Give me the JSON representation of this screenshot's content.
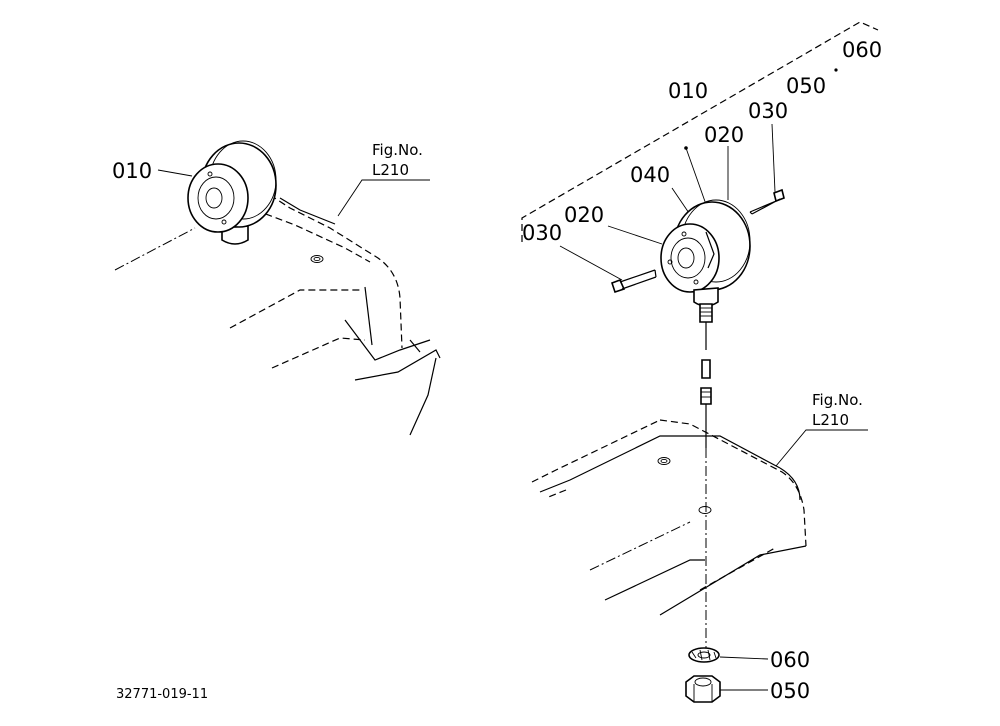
{
  "left_view": {
    "callout_010": "010",
    "fig_label": "Fig.No.",
    "fig_number": "L210"
  },
  "right_view": {
    "group_010": "010",
    "group_050": "050",
    "group_060": "060",
    "callout_020_upper": "020",
    "callout_030_upper": "030",
    "callout_040": "040",
    "callout_020_lower": "020",
    "callout_030_lower": "030",
    "fig_label": "Fig.No.",
    "fig_number": "L210",
    "callout_060": "060",
    "callout_050": "050"
  },
  "drawing_code": "32771-019-11"
}
